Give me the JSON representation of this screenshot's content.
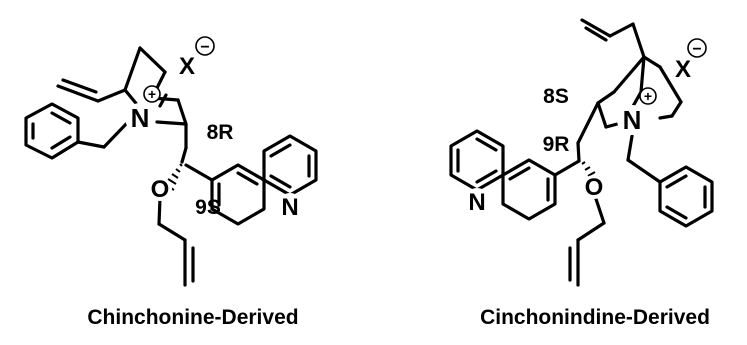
{
  "structures": [
    {
      "caption": "Chinchonine-Derived",
      "labels": {
        "N_quat": "N",
        "plus": "+",
        "counterion": "X",
        "minus": "−",
        "stereo_c8": "8R",
        "stereo_c9": "9S",
        "oxygen": "O",
        "n_quinoline": "N"
      }
    },
    {
      "caption": "Cinchonindine-Derived",
      "labels": {
        "N_quat": "N",
        "plus": "+",
        "counterion": "X",
        "minus": "−",
        "stereo_c8": "8S",
        "stereo_c9": "9R",
        "oxygen": "O",
        "n_quinoline": "N"
      }
    }
  ],
  "colors": {
    "ink": "#000000",
    "background": "#ffffff"
  }
}
